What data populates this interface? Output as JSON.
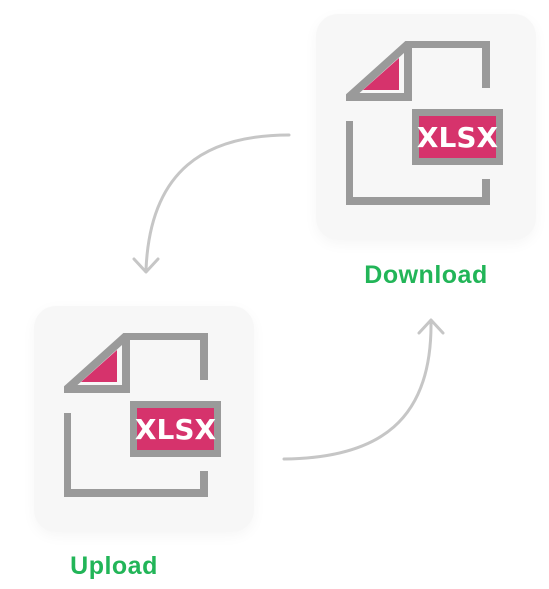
{
  "download": {
    "badge_label": "XLSX",
    "caption": "Download",
    "icon": "xlsx-file-icon"
  },
  "upload": {
    "badge_label": "XLSX",
    "caption": "Upload",
    "icon": "xlsx-file-icon"
  },
  "arrows": {
    "download_to_upload": "arrow-down-icon",
    "upload_to_download": "arrow-up-icon"
  },
  "colors": {
    "caption": "#22b558",
    "badge": "#d6336c",
    "outline": "#9a9a9a",
    "arrow": "#c6c6c6",
    "card": "#f7f7f7"
  }
}
